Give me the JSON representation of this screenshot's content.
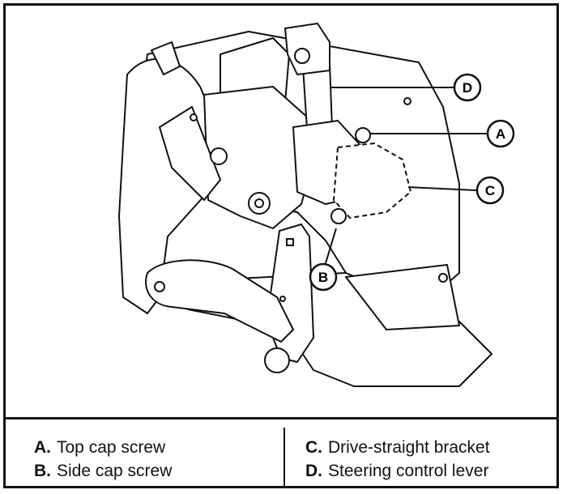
{
  "callouts": {
    "a": "A",
    "b": "B",
    "c": "C",
    "d": "D"
  },
  "legend": {
    "left": [
      {
        "key": "A.",
        "text": "Top cap screw"
      },
      {
        "key": "B.",
        "text": "Side cap screw"
      }
    ],
    "right": [
      {
        "key": "C.",
        "text": "Drive-straight bracket"
      },
      {
        "key": "D.",
        "text": "Steering control lever"
      }
    ]
  }
}
